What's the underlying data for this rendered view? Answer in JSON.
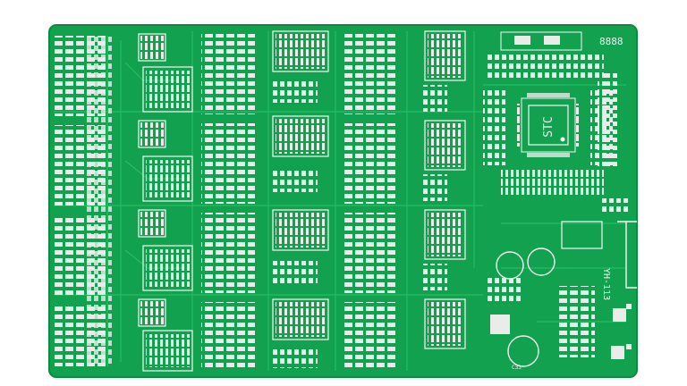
{
  "board": {
    "logo_text": "STC",
    "model_label": "YH-113",
    "top_marking": "8888",
    "cap_label": "C33",
    "colors": {
      "background": "#ffffff",
      "board": "#12a24f",
      "board_dark": "#0c8a40",
      "trace": "#27c064",
      "pad": "#e9ece9",
      "silk": "#f4f4f4"
    }
  }
}
